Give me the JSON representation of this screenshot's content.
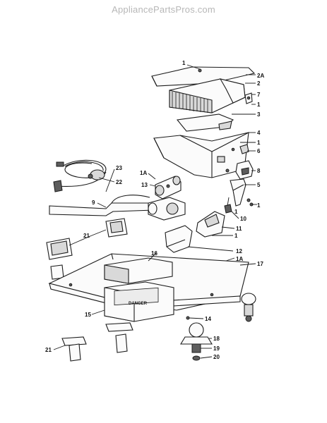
{
  "watermark": "AppliancePartsPros.com",
  "callouts": [
    "1",
    "2A",
    "2",
    "7",
    "1",
    "3",
    "4",
    "1",
    "6",
    "8",
    "23",
    "22",
    "1A",
    "13",
    "5",
    "1",
    "9",
    "10",
    "1",
    "11",
    "21",
    "1",
    "12",
    "16",
    "1A",
    "17",
    "15",
    "14",
    "18",
    "19",
    "20",
    "21"
  ],
  "label_text": "DANGER"
}
